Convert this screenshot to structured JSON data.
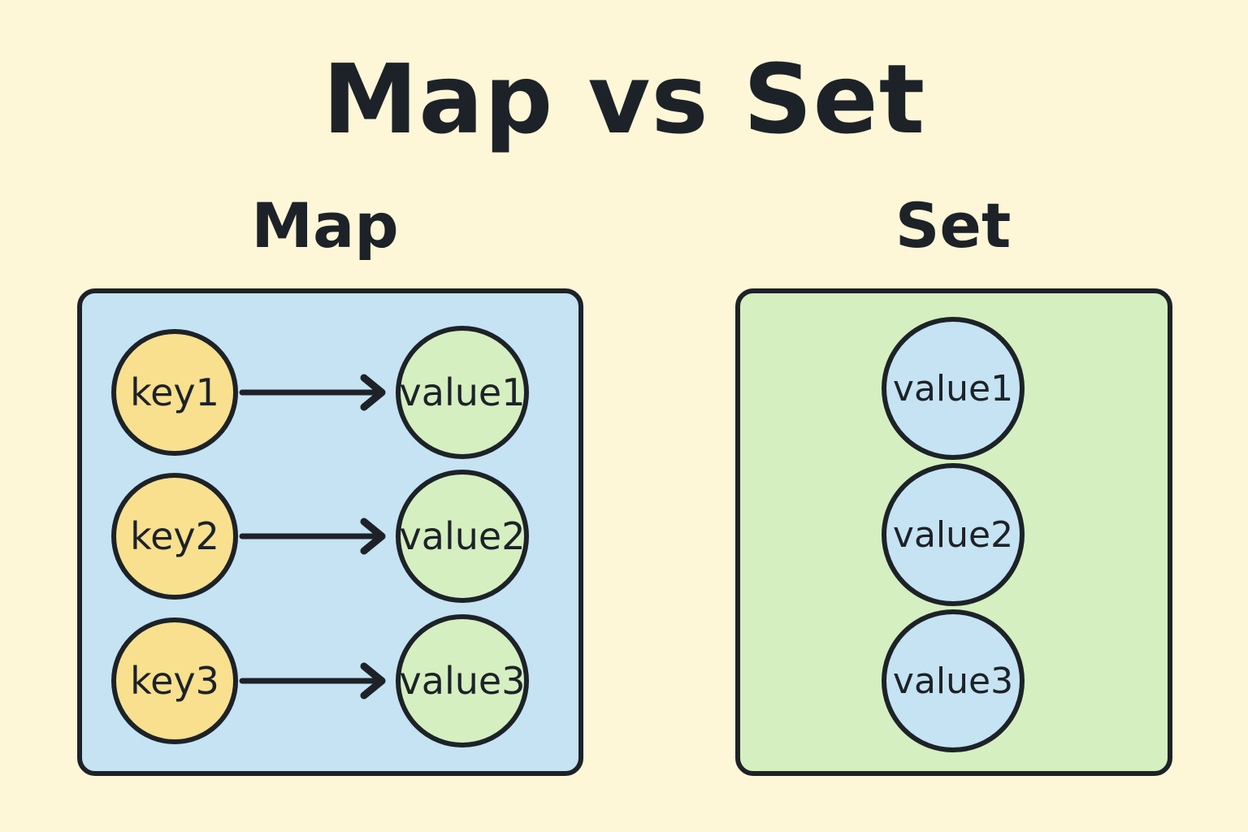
{
  "page": {
    "title": "Map vs Set",
    "background_color": "#FDF7D8",
    "ink_color": "#1D2228"
  },
  "map_section": {
    "heading": "Map",
    "panel_color": "#C5E3F2",
    "key_color": "#F8E08E",
    "value_color": "#D5EFC0",
    "pairs": [
      {
        "key": "key1",
        "value": "value1"
      },
      {
        "key": "key2",
        "value": "value2"
      },
      {
        "key": "key3",
        "value": "value3"
      }
    ],
    "arrow_icon": "arrow-right-icon"
  },
  "set_section": {
    "heading": "Set",
    "panel_color": "#D5EFC0",
    "item_color": "#C5E3F2",
    "items": [
      {
        "value": "value1"
      },
      {
        "value": "value2"
      },
      {
        "value": "value3"
      }
    ]
  }
}
